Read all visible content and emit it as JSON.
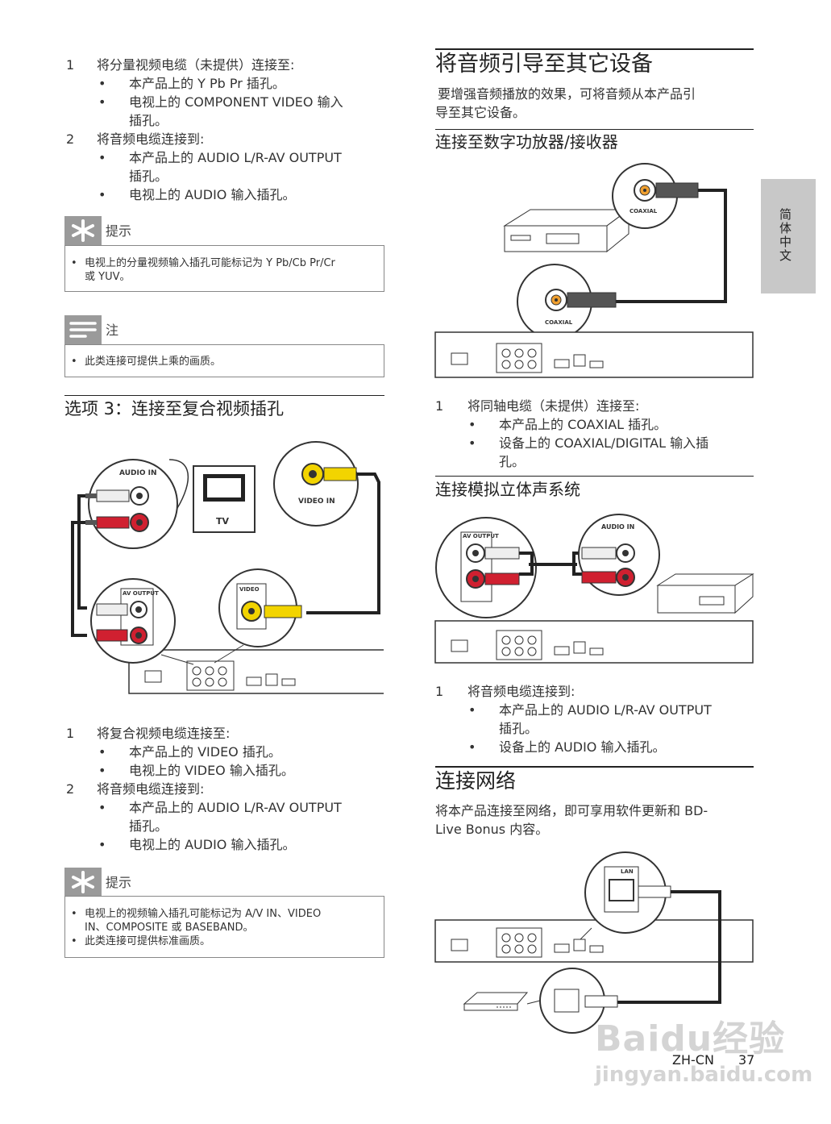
{
  "left": {
    "steps1": [
      {
        "num": "1",
        "text": "将分量视频电缆（未提供）连接至:",
        "bullets": [
          "本产品上的 Y Pb Pr 插孔。",
          "电视上的 COMPONENT VIDEO 输入",
          "插孔。"
        ]
      },
      {
        "num": "2",
        "text": "将音频电缆连接到:",
        "bullets": [
          "本产品上的 AUDIO L/R-AV OUTPUT",
          "插孔。",
          "电视上的 AUDIO 输入插孔。"
        ]
      }
    ],
    "tip1": {
      "title": "提示",
      "lines": [
        "电视上的分量视频输入插孔可能标记为 Y Pb/Cb Pr/Cr",
        "或 YUV。"
      ]
    },
    "note1": {
      "title": "注",
      "lines": [
        "此类连接可提供上乘的画质。"
      ]
    },
    "section3_title": "选项 3：连接至复合视频插孔",
    "diagram": {
      "audio_in": "AUDIO IN",
      "tv": "TV",
      "video_in": "VIDEO IN",
      "av_output": "AV OUTPUT",
      "video": "VIDEO"
    },
    "steps2": [
      {
        "num": "1",
        "text": "将复合视频电缆连接至:",
        "bullets": [
          "本产品上的 VIDEO 插孔。",
          "电视上的 VIDEO 输入插孔。"
        ]
      },
      {
        "num": "2",
        "text": "将音频电缆连接到:",
        "bullets": [
          "本产品上的 AUDIO L/R-AV OUTPUT",
          "插孔。",
          "电视上的 AUDIO 输入插孔。"
        ]
      }
    ],
    "tip2": {
      "title": "提示",
      "lines": [
        "电视上的视频输入插孔可能标记为 A/V IN、VIDEO",
        "IN、COMPOSITE 或 BASEBAND。",
        "此类连接可提供标准画质。"
      ]
    }
  },
  "right": {
    "title": "将音频引导至其它设备",
    "intro": [
      "要增强音频播放的效果，可将音频从本产品引",
      "导至其它设备。"
    ],
    "sub1": "连接至数字功放器/接收器",
    "coaxial": "COAXIAL",
    "steps1": [
      {
        "num": "1",
        "text": "将同轴电缆（未提供）连接至:",
        "bullets": [
          "本产品上的 COAXIAL 插孔。",
          "设备上的 COAXIAL/DIGITAL 输入插",
          "孔。"
        ]
      }
    ],
    "sub2": "连接模拟立体声系统",
    "audio_in": "AUDIO IN",
    "av_output": "AV OUTPUT",
    "steps2": [
      {
        "num": "1",
        "text": "将音频电缆连接到:",
        "bullets": [
          "本产品上的 AUDIO L/R-AV OUTPUT",
          "插孔。",
          "设备上的 AUDIO 输入插孔。"
        ]
      }
    ],
    "sub3": "连接网络",
    "net_intro": [
      "将本产品连接至网络，即可享用软件更新和 BD-",
      "Live Bonus 内容。"
    ],
    "lan": "LAN"
  },
  "side_tab": "简体中文",
  "footer": {
    "lang": "ZH-CN",
    "page": "37"
  },
  "watermark": {
    "brand": "Baidu经验",
    "url": "jingyan.baidu.com"
  }
}
